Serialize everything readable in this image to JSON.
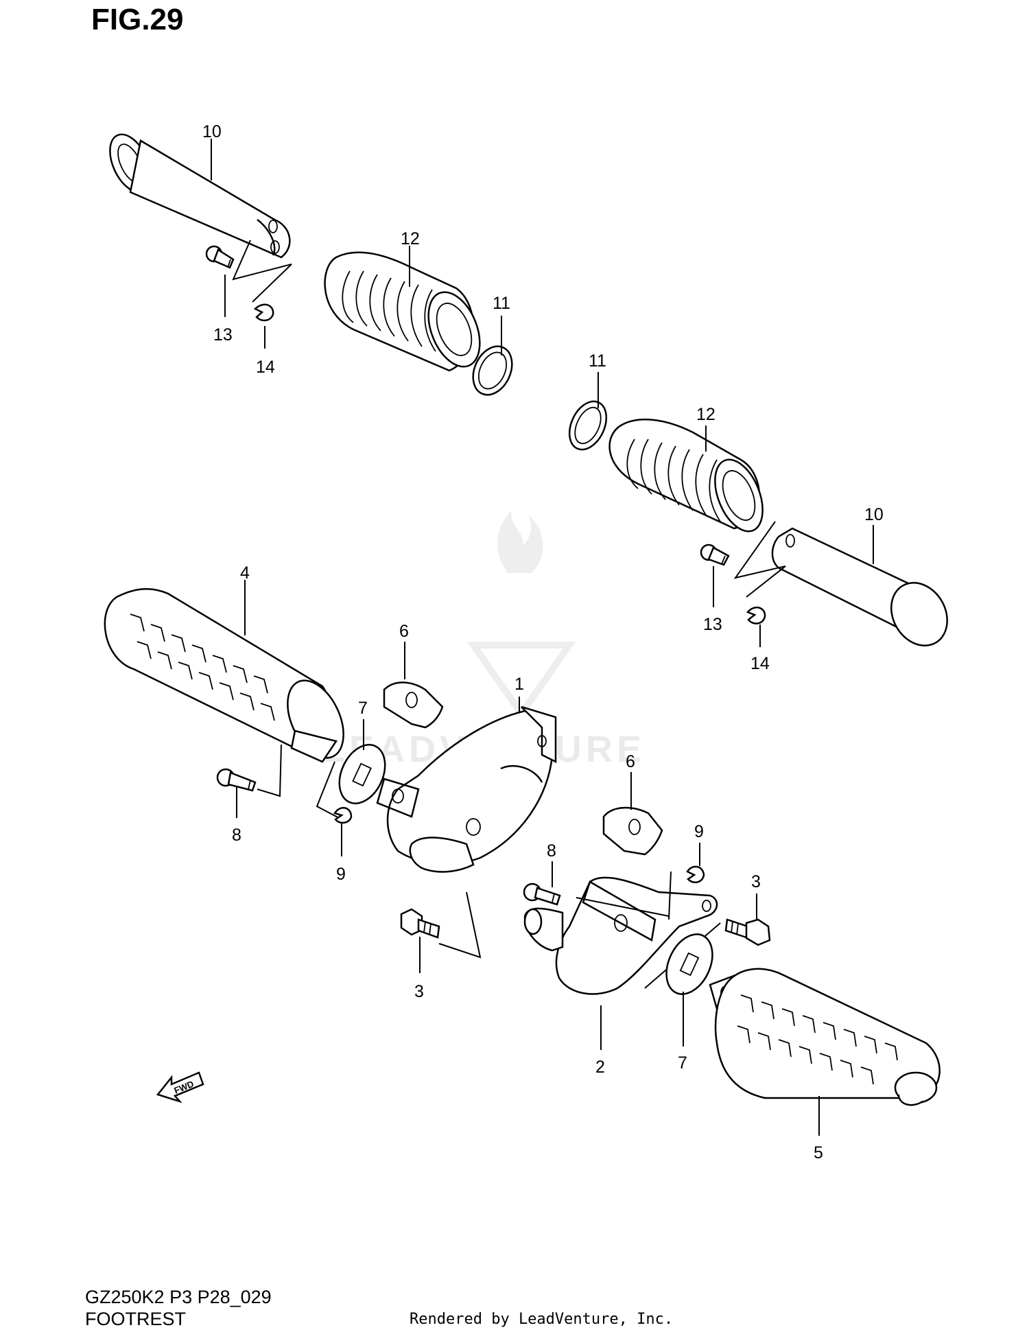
{
  "figure": {
    "title": "FIG.29"
  },
  "footer": {
    "code": "GZ250K2 P3 P28_029",
    "title": "FOOTREST",
    "credit": "Rendered by LeadVenture, Inc."
  },
  "watermark": {
    "text": "LEADVENTURE"
  },
  "fwd_arrow": {
    "label": "FWD"
  },
  "callouts": {
    "c1": "1",
    "c2": "2",
    "c3a": "3",
    "c3b": "3",
    "c4": "4",
    "c5": "5",
    "c6a": "6",
    "c6b": "6",
    "c7a": "7",
    "c7b": "7",
    "c8a": "8",
    "c8b": "8",
    "c9a": "9",
    "c9b": "9",
    "c10a": "10",
    "c10b": "10",
    "c11a": "11",
    "c11b": "11",
    "c12a": "12",
    "c12b": "12",
    "c13a": "13",
    "c13b": "13",
    "c14a": "14",
    "c14b": "14"
  }
}
